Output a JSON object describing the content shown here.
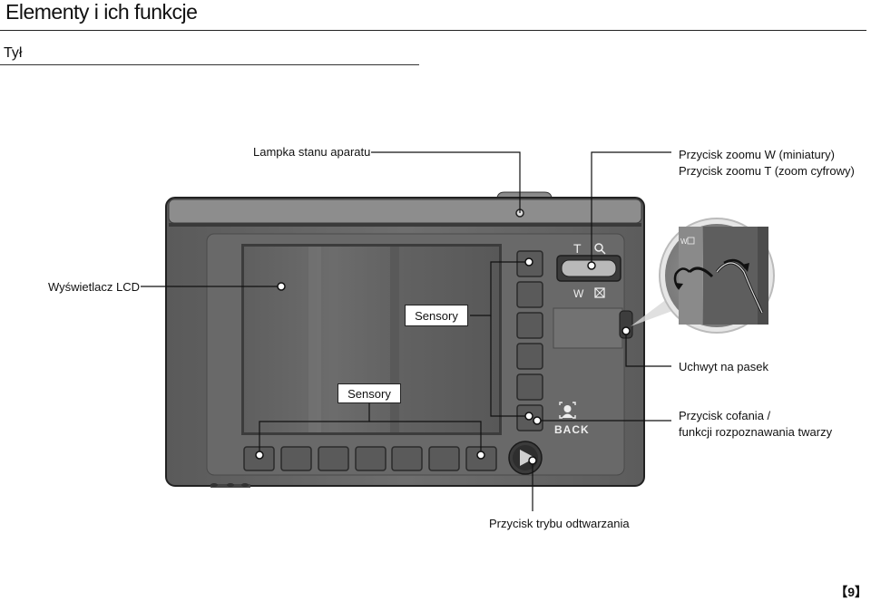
{
  "header": {
    "title": "Elementy i ich funkcje"
  },
  "section": {
    "title": "Tył"
  },
  "labels": {
    "status_lamp": "Lampka stanu aparatu",
    "zoom_w": "Przycisk zoomu W (miniatury)",
    "zoom_t": "Przycisk zoomu T (zoom cyfrowy)",
    "lcd": "Wyświetlacz LCD",
    "sensors_1": "Sensory",
    "sensors_2": "Sensory",
    "strap": "Uchwyt na pasek",
    "back_1": "Przycisk cofania /",
    "back_2": "funkcji rozpoznawania twarzy",
    "playback": "Przycisk trybu odtwarzania"
  },
  "camera_marks": {
    "zoom_t": "T",
    "zoom_w": "W",
    "inset_wt": "W",
    "back_text": "BACK"
  },
  "footer": {
    "page": "【9】"
  }
}
